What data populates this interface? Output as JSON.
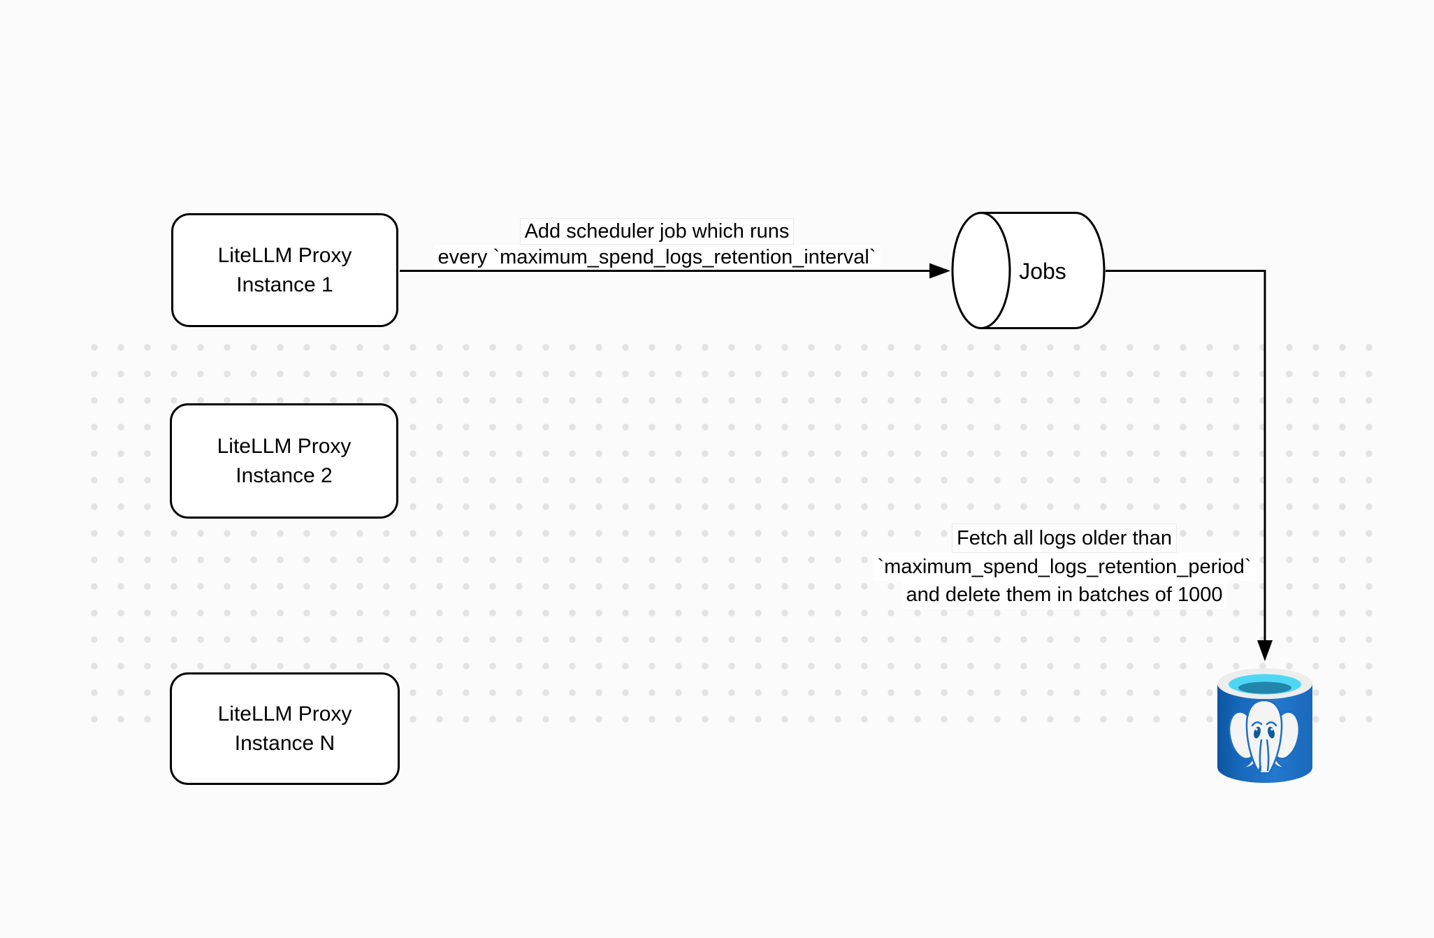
{
  "canvas": {
    "background": "#fbfbfb",
    "grid_dot_color": "#e3e3e3",
    "stroke_color": "#000000",
    "node_fill": "#ffffff"
  },
  "nodes": {
    "proxy1": {
      "line1": "LiteLLM Proxy",
      "line2": "Instance 1"
    },
    "proxy2": {
      "line1": "LiteLLM Proxy",
      "line2": "Instance 2"
    },
    "proxyN": {
      "line1": "LiteLLM Proxy",
      "line2": "Instance N"
    },
    "jobs": {
      "label": "Jobs",
      "shape": "horizontal-cylinder"
    },
    "database": {
      "icon": "postgresql-elephant-icon",
      "color_body": "#1b6ec2",
      "color_body_dark": "#0d55a2",
      "color_rim": "#ededed",
      "color_water": "#4ed7f5",
      "color_water_deep": "#2285ad"
    }
  },
  "edges": {
    "scheduler_job": {
      "line1": "Add scheduler job which runs",
      "line2": "every `maximum_spend_logs_retention_interval`"
    },
    "fetch_delete": {
      "line1": "Fetch all logs older than",
      "line2": "`maximum_spend_logs_retention_period`",
      "line3": "and delete them in batches of 1000"
    }
  }
}
